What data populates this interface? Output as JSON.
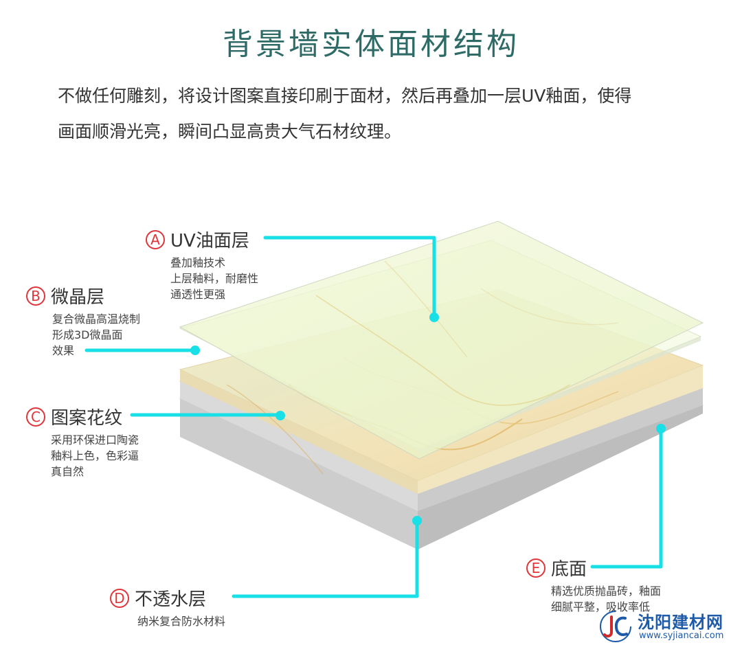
{
  "title": "背景墙实体面材结构",
  "intro": [
    "不做任何雕刻，将设计图案直接印刷于面材，然后再叠加一层UV釉面，使得",
    "画面顺滑光亮，瞬间凸显高贵大气石材纹理。"
  ],
  "colors": {
    "accent_line": "#19e0e6",
    "badge": "#e0353a",
    "title": "#2f6b66"
  },
  "layers": [
    {
      "letter": "A",
      "name": "UV油面层",
      "desc": [
        "叠加釉技术",
        "上层釉料，耐磨性",
        "通透性更强"
      ]
    },
    {
      "letter": "B",
      "name": "微晶层",
      "desc": [
        "复合微晶高温烧制",
        "形成3D微晶面",
        "效果"
      ]
    },
    {
      "letter": "C",
      "name": "图案花纹",
      "desc": [
        "采用环保进口陶瓷",
        "釉料上色，色彩逼",
        "真自然"
      ]
    },
    {
      "letter": "D",
      "name": "不透水层",
      "desc": [
        "纳米复合防水材料"
      ]
    },
    {
      "letter": "E",
      "name": "底面",
      "desc": [
        "精选优质抛晶砖，釉面",
        "细腻平整，吸收率低"
      ]
    }
  ],
  "watermark": {
    "name": "沈阳建材网",
    "url": "www.syjiancai.com",
    "logo_icon": "jc-logo-icon"
  }
}
